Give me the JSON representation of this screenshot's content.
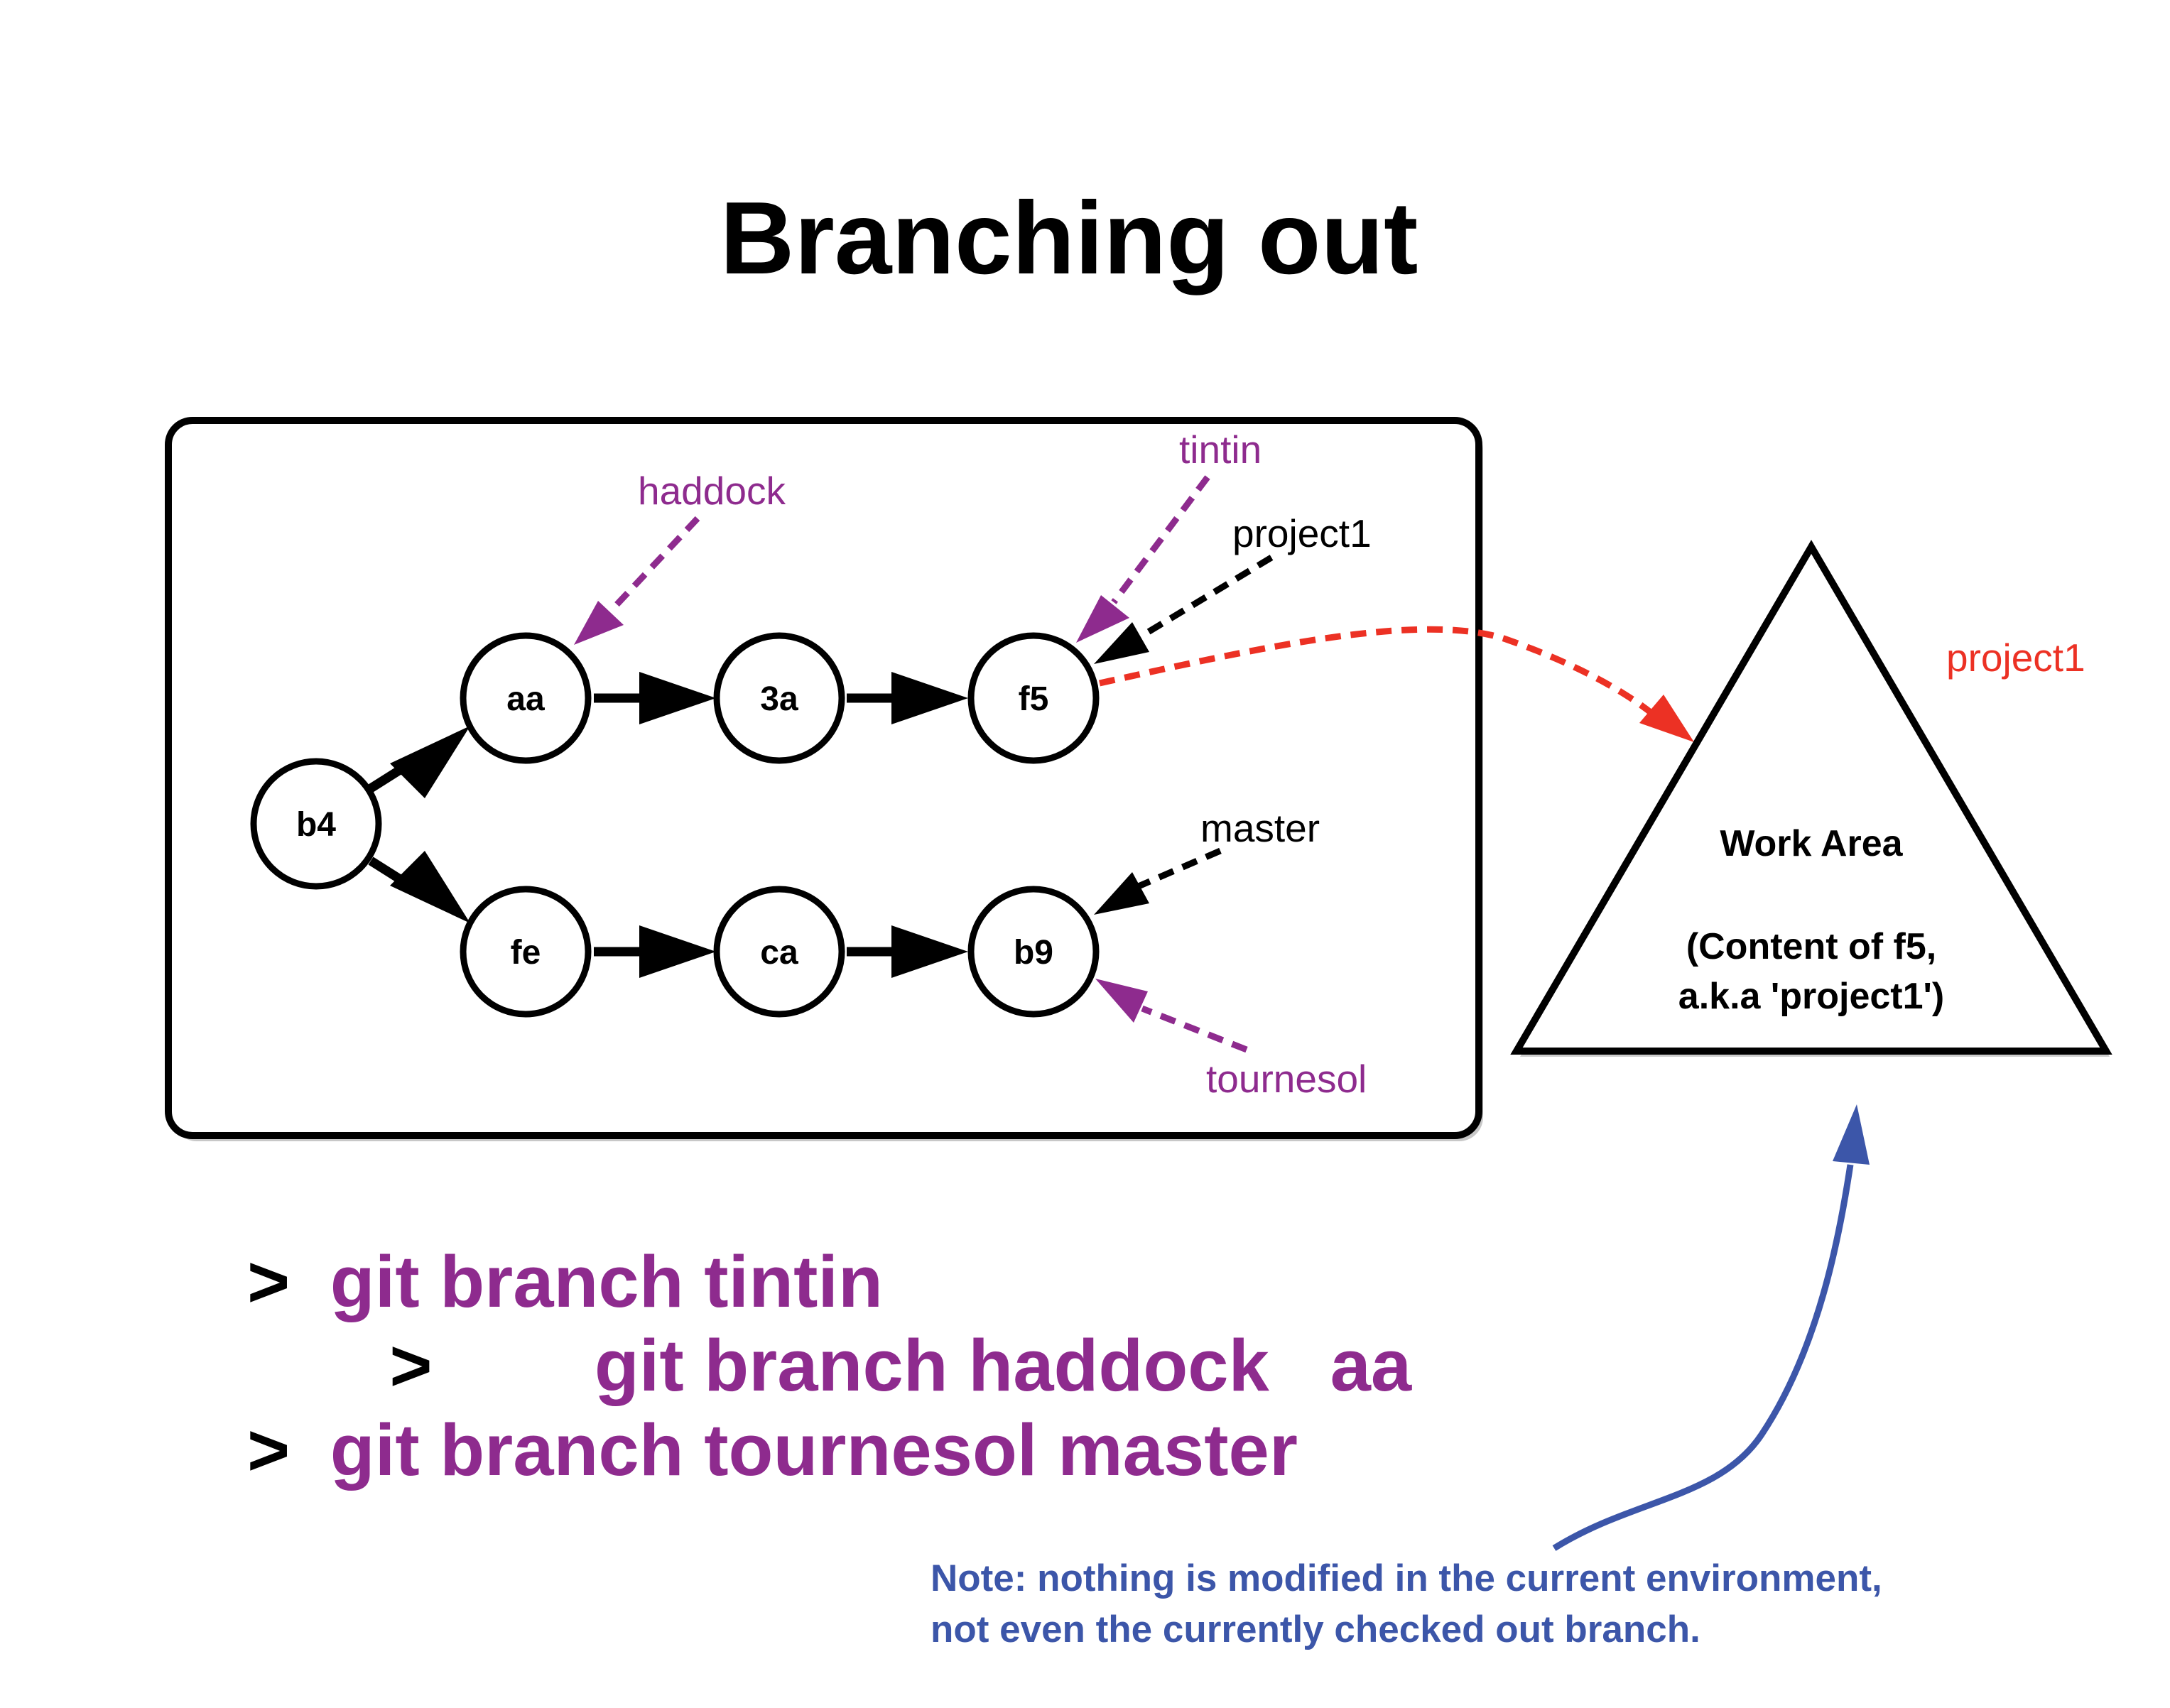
{
  "title": "Branching out",
  "colors": {
    "purple": "#8e2b8e",
    "red": "#ec3124",
    "blue": "#3c56a9",
    "black": "#000000"
  },
  "commits": {
    "b4": "b4",
    "aa": "aa",
    "3a": "3a",
    "f5": "f5",
    "fe": "fe",
    "ca": "ca",
    "b9": "b9"
  },
  "refs": {
    "haddock": "haddock",
    "tintin": "tintin",
    "project1": "project1",
    "master": "master",
    "tournesol": "tournesol"
  },
  "work_area": {
    "title": "Work Area",
    "line1": "(Content of f5,",
    "line2": "a.k.a 'project1')",
    "head_label": "project1"
  },
  "commands": [
    {
      "prompt": ">",
      "text": "git branch tintin"
    },
    {
      "prompt": ">",
      "text": "git branch haddock   aa"
    },
    {
      "prompt": ">",
      "text": "git branch tournesol master"
    }
  ],
  "note": {
    "line1": "Note: nothing is modified in the current environment,",
    "line2": "not even the currently checked out branch."
  }
}
